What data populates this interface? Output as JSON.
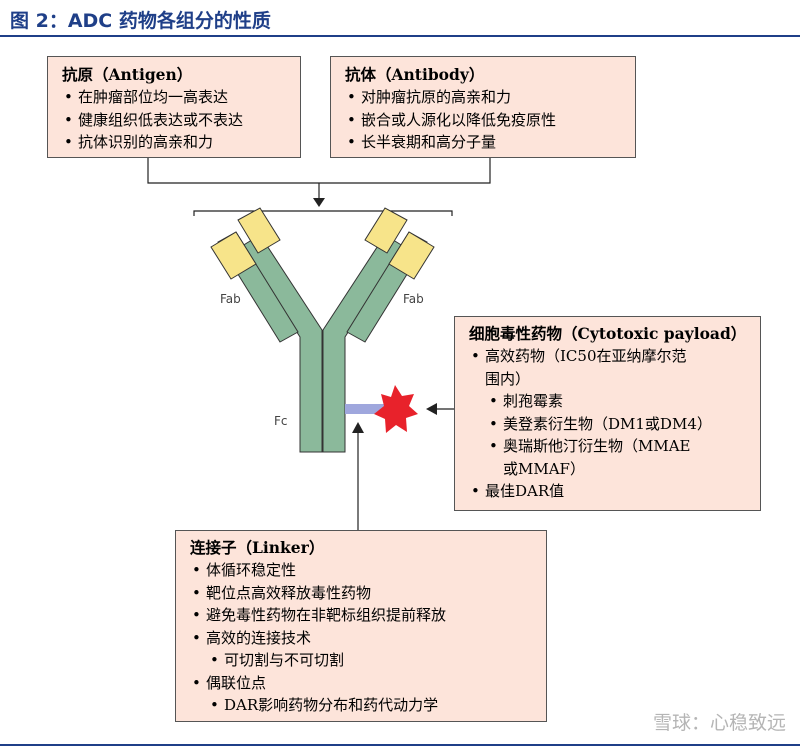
{
  "figure_title": "图 2：ADC 药物各组分的性质",
  "antigen": {
    "heading": "抗原（Antigen）",
    "items": [
      "在肿瘤部位均一高表达",
      "健康组织低表达或不表达",
      "抗体识别的高亲和力"
    ]
  },
  "antibody": {
    "heading": "抗体（Antibody）",
    "items": [
      "对肿瘤抗原的高亲和力",
      "嵌合或人源化以降低免疫原性",
      "长半衰期和高分子量"
    ]
  },
  "payload": {
    "heading": "细胞毒性药物（Cytotoxic payload）",
    "item1_line1": "高效药物（IC50在亚纳摩尔范",
    "item1_line2": "围内）",
    "sub1": "刺孢霉素",
    "sub2": "美登素衍生物（DM1或DM4）",
    "sub3_line1": "奥瑞斯他汀衍生物（MMAE",
    "sub3_line2": "或MMAF）",
    "item2": "最佳DAR值"
  },
  "linker": {
    "heading": "连接子（Linker）",
    "item1": "体循环稳定性",
    "item2": "靶位点高效释放毒性药物",
    "item3": "避免毒性药物在非靶标组织提前释放",
    "item4": "高效的连接技术",
    "item4_sub": "可切割与不可切割",
    "item5": "偶联位点",
    "item5_sub": "DAR影响药物分布和药代动力学"
  },
  "labels": {
    "fab_left": "Fab",
    "fab_right": "Fab",
    "fc": "Fc"
  },
  "watermark": "雪球：心稳致远",
  "colors": {
    "title_blue": "#1f3f88",
    "box_fill": "#fde4da",
    "antibody_green": "#8bb99b",
    "antibody_yellow": "#f7e48a",
    "linker_blue": "#9fa7dd",
    "payload_red": "#e8222b"
  }
}
